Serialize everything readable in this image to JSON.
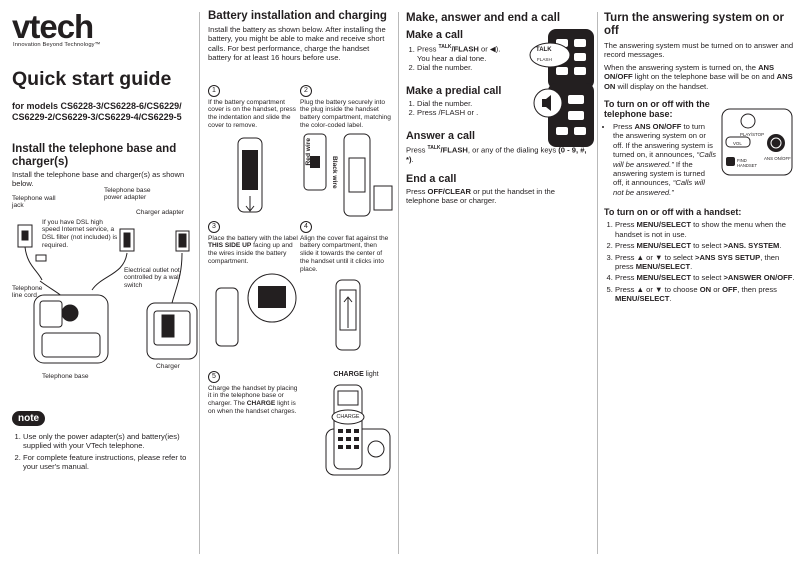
{
  "brand": {
    "logo": "vtech",
    "tagline": "Innovation Beyond Technology™"
  },
  "col1": {
    "title": "Quick start guide",
    "models": "for models CS6228-3/CS6228-6/CS6229/ CS6229-2/CS6229-3/CS6229-4/CS6229-5",
    "install_heading": "Install the telephone base and charger(s)",
    "install_text": "Install the telephone base and charger(s) as shown below.",
    "labels": {
      "wall_jack": "Telephone wall jack",
      "adapter": "Telephone base power adapter",
      "charger_adapter": "Charger adapter",
      "dsl": "If you have DSL high speed Internet service, a DSL filter (not included) is required.",
      "outlet": "Electrical outlet not controlled by a wall switch",
      "line_cord": "Telephone line cord",
      "base": "Telephone base",
      "charger": "Charger"
    },
    "note_label": "note",
    "notes": [
      "Use only the power adapter(s) and battery(ies) supplied with your VTech telephone.",
      "For complete feature instructions, please refer to your user's manual."
    ]
  },
  "col2": {
    "heading": "Battery installation and charging",
    "intro": "Install the battery as shown below. After installing the battery, you might be able to make and receive short calls. For best performance, charge the handset battery for at least 16 hours before use.",
    "steps": [
      {
        "n": "1",
        "text": "If the battery compartment cover is on the handset, press the indentation and slide the cover to remove."
      },
      {
        "n": "2",
        "text": "Plug the battery securely into the plug inside the handset battery compartment, matching the color-coded label."
      },
      {
        "n": "3",
        "text_a": "Place the battery with the label ",
        "bold": "THIS SIDE UP",
        "text_b": " facing up and the wires inside the battery compartment."
      },
      {
        "n": "4",
        "text": "Align the cover flat against the battery compartment, then slide it towards the center of the handset until it clicks into place."
      },
      {
        "n": "5",
        "text_a": "Charge the handset by placing it in the telephone base or charger. The ",
        "bold": "CHARGE",
        "text_b": " light is on when the handset charges."
      }
    ],
    "wire_red": "Red wire",
    "wire_black": "Black wire",
    "charge_light_bold": "CHARGE",
    "charge_light_rest": " light",
    "charge_screen": "CHARGE"
  },
  "col3": {
    "heading": "Make, answer and end a call",
    "make_heading": "Make a call",
    "make_steps": [
      {
        "a": "Press ",
        "b": "/FLASH",
        "c": " or ",
        "d": "."
      },
      {
        "a": "You hear a dial tone."
      },
      {
        "a": "Dial the number."
      }
    ],
    "predial_heading": "Make a predial call",
    "predial_steps": [
      "Dial the number.",
      "Press /FLASH or ."
    ],
    "answer_heading": "Answer a call",
    "answer_text_a": "Press ",
    "answer_bold": "/FLASH",
    ", ": "",
    "answer_text_b": ", or any of the dialing keys ",
    "answer_keys": "(0 - 9, #, *)",
    "end_heading": "End a call",
    "end_a": "Press ",
    "end_bold": "OFF/CLEAR",
    "end_b": " or put the handset in the telephone base or charger.",
    "talk_small": "TALK",
    "flash_small": "FLASH",
    "talk_btn": "TALK"
  },
  "col4": {
    "heading": "Turn the answering system on or off",
    "p1": "The answering system must be turned on to answer and record messages.",
    "p2_a": "When the answering system is turned on, the ",
    "p2_b": "ANS ON/OFF",
    "p2_c": " light on the telephone base will be on and ",
    "p2_d": "ANS ON",
    "p2_e": " will display on the handset.",
    "base_heading": "To turn on or off with the telephone base:",
    "base_a": "Press ",
    "base_b": "ANS ON/OFF",
    "base_c": " to turn the answering system on or off. If the answering system is turned on, it announces, ",
    "base_d": "“Calls will be answered.”",
    "base_e": " If the answering system is turned off, it announces, ",
    "base_f": "“Calls will not be answered.”",
    "hs_heading": "To turn on or off with a handset:",
    "hs_steps": [
      {
        "a": "Press ",
        "b": "MENU/SELECT",
        "c": " to show the menu when the handset is not in use."
      },
      {
        "a": "Press ",
        "b": "MENU/SELECT",
        "c": " to select ",
        "d": ">ANS. SYSTEM",
        "e": "."
      },
      {
        "a": "Press ▲ or ▼ to select ",
        "b": ">ANS SYS SETUP",
        "c": ", then press ",
        "d": "MENU/SELECT",
        "e": "."
      },
      {
        "a": "Press ",
        "b": "MENU/SELECT",
        "c": " to select ",
        "d": ">ANSWER ON/OFF",
        "e": "."
      },
      {
        "a": "Press ▲ or ▼ to choose ",
        "b": "ON",
        "c": " or ",
        "d": "OFF",
        "e": ", then press ",
        "f": "MENU/SELECT",
        "g": "."
      }
    ],
    "btn_play": "PLAY/STOP",
    "btn_vol": "VOL",
    "btn_ans": "ANS ON/OFF",
    "btn_find": "FIND HANDSET"
  }
}
